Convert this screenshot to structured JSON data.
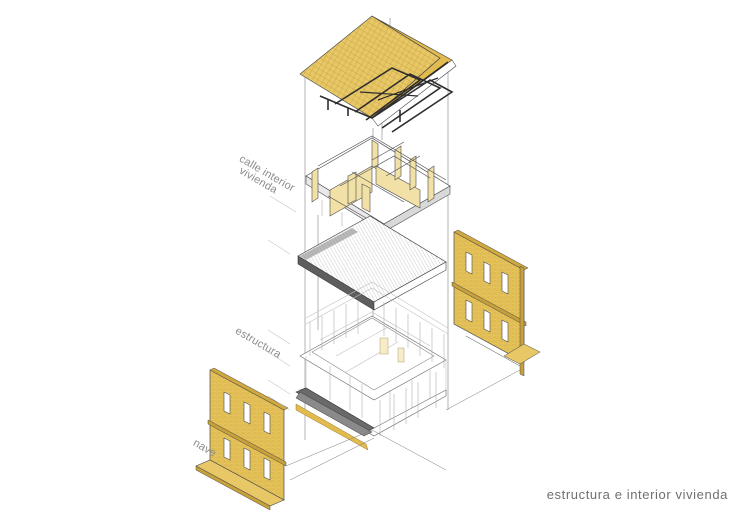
{
  "labels": {
    "calle_interior": "calle interior",
    "vivienda": "vivienda",
    "estructura": "estructura",
    "nave": "nave"
  },
  "caption": "estructura e interior vivienda",
  "colors": {
    "facade_yellow": "#e6c35a",
    "roof_yellow": "#e8c766",
    "interior_yellow": "#f2e1a6",
    "line": "#4a4a4a",
    "hatch": "#8a8a8a",
    "label_grey": "#8c8c8c"
  }
}
